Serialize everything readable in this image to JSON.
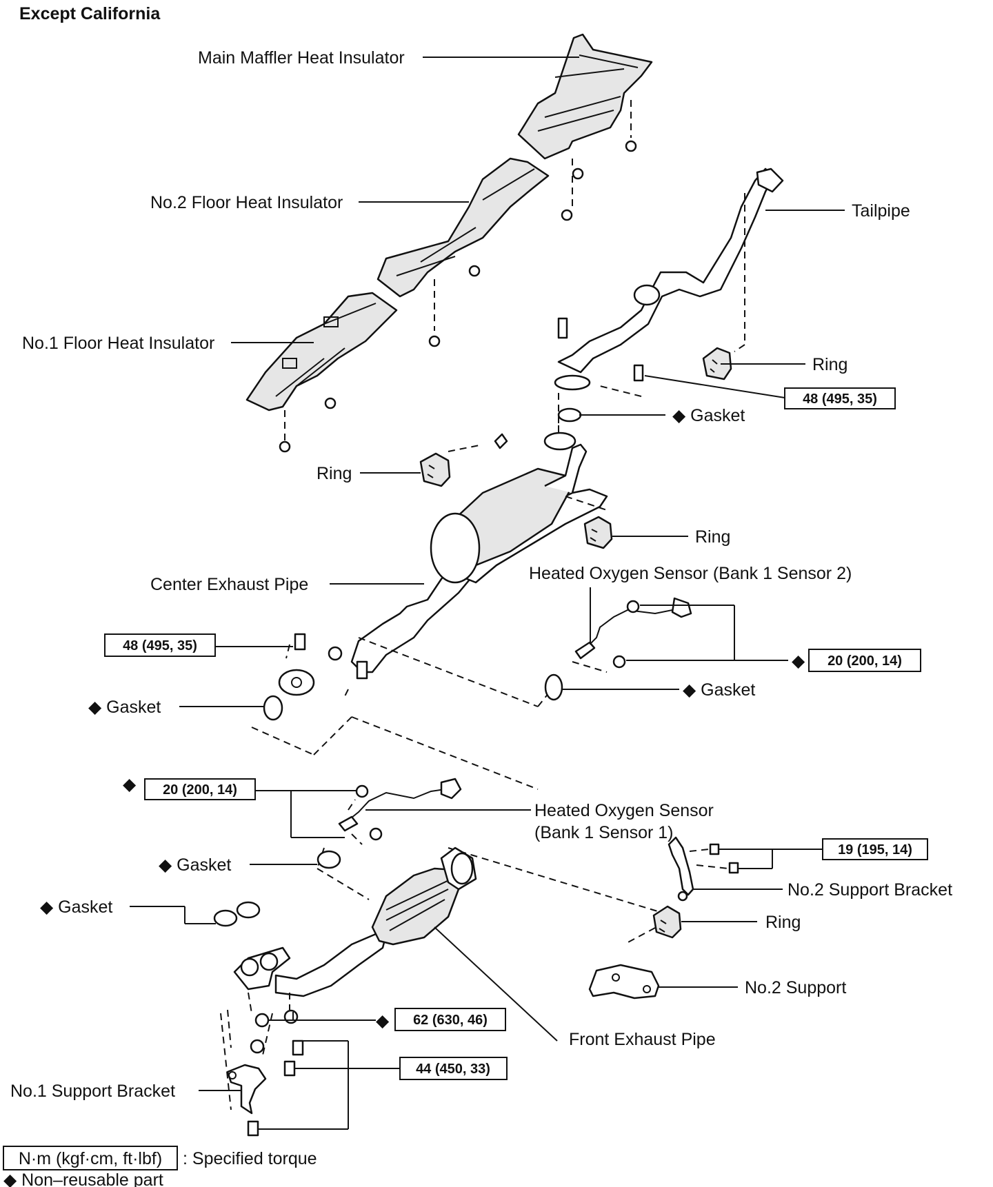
{
  "title": "Except California",
  "labels": {
    "main_muffler_insulator": "Main Maffler Heat Insulator",
    "no2_floor_insulator": "No.2 Floor Heat Insulator",
    "no1_floor_insulator": "No.1 Floor Heat Insulator",
    "tailpipe": "Tailpipe",
    "ring_tail": "Ring",
    "gasket_tail": "◆ Gasket",
    "ring_left": "Ring",
    "ring_right": "Ring",
    "center_exhaust_pipe": "Center Exhaust Pipe",
    "ho2s_bank1_sensor2": "Heated Oxygen Sensor (Bank 1 Sensor 2)",
    "gasket_center_left": "◆ Gasket",
    "gasket_center_right": "◆ Gasket",
    "ho2s_bank1_sensor1_line1": "Heated Oxygen Sensor",
    "ho2s_bank1_sensor1_line2": "(Bank 1 Sensor 1)",
    "gasket_sensor1": "◆ Gasket",
    "gasket_manifold": "◆ Gasket",
    "no2_support_bracket": "No.2 Support Bracket",
    "ring_support": "Ring",
    "no2_support": "No.2 Support",
    "front_exhaust_pipe": "Front Exhaust Pipe",
    "no1_support_bracket": "No.1 Support Bracket",
    "diamond": "◆"
  },
  "torques": {
    "tail_flange": "48 (495, 35)",
    "center_flange": "48 (495, 35)",
    "sensor2": "20 (200, 14)",
    "sensor1": "20 (200, 14)",
    "bracket2": "19 (195, 14)",
    "manifold": "62 (630, 46)",
    "bracket1": "44 (450, 33)"
  },
  "legend": {
    "torque_unit": "N·m (kgf·cm, ft·lbf)",
    "torque_desc": ": Specified torque",
    "nonreusable": "◆ Non–reusable part"
  }
}
